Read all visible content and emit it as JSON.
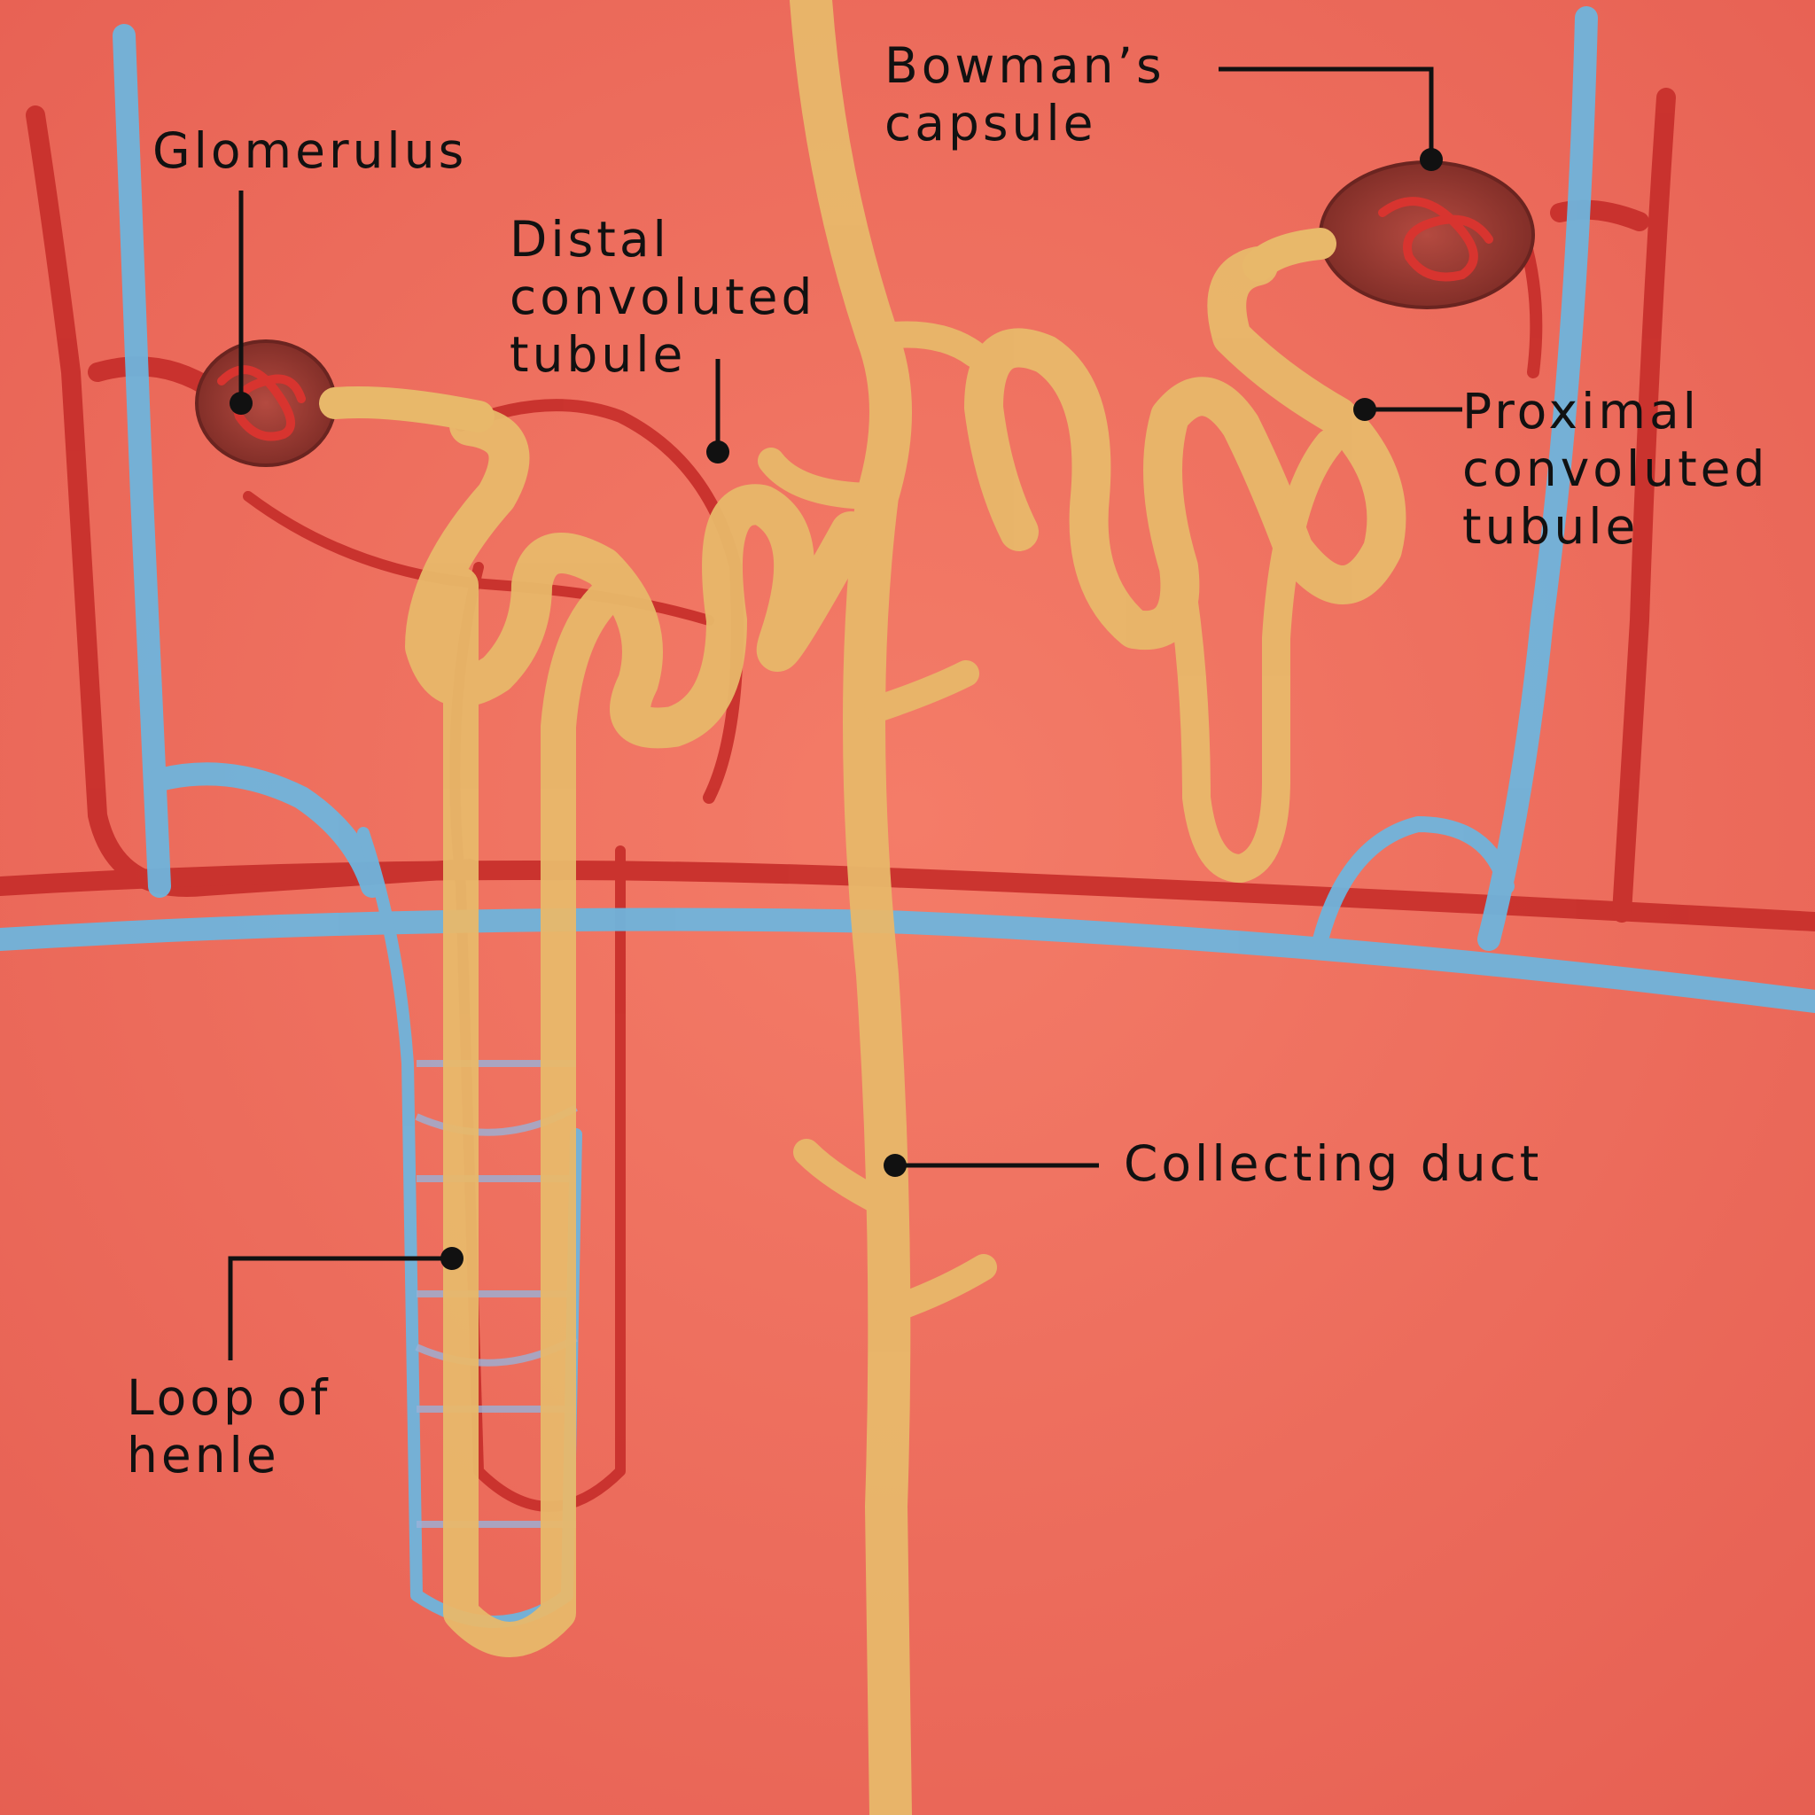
{
  "colors": {
    "tissue": "#f0705f",
    "artery": "#c8302c",
    "vein": "#6fb4dc",
    "tubule": "#e8b86a",
    "capsule": "#9b3a33",
    "leader": "#111111"
  },
  "labels": {
    "glomerulus": [
      "Glomerulus"
    ],
    "distal": [
      "Distal",
      "convoluted",
      "tubule"
    ],
    "bowman": [
      "Bowman’s",
      "capsule"
    ],
    "proximal": [
      "Proximal",
      "convoluted",
      "tubule"
    ],
    "collecting": [
      "Collecting duct"
    ],
    "henle": [
      "Loop of",
      "henle"
    ]
  }
}
